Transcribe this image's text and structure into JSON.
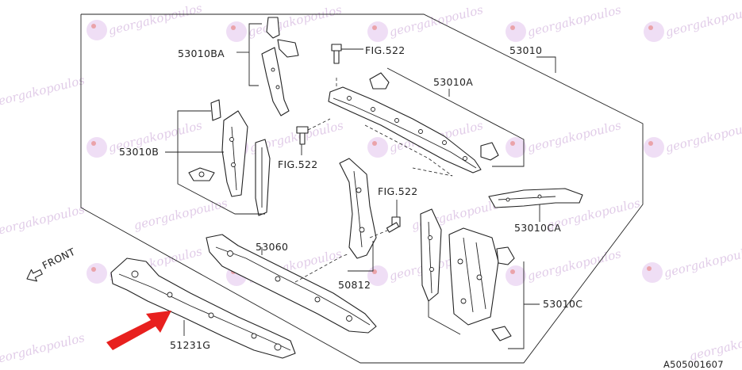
{
  "labels": {
    "l53010": "53010",
    "l53010ba": "53010BA",
    "lfig1": "FIG.522",
    "l53010a": "53010A",
    "l53010b": "53010B",
    "lfig2": "FIG.522",
    "lfig3": "FIG.522",
    "l53010ca": "53010CA",
    "l53060": "53060",
    "l50812": "50812",
    "l53010c": "53010C",
    "l51231g": "51231G",
    "front": "FRONT",
    "code": "A505001607"
  },
  "watermark": {
    "text": "georgakopoulos",
    "color": "#c9a3d6",
    "icon": "globe-logo-icon"
  },
  "colors": {
    "arrow": "#e8201e",
    "ink": "#222222"
  }
}
